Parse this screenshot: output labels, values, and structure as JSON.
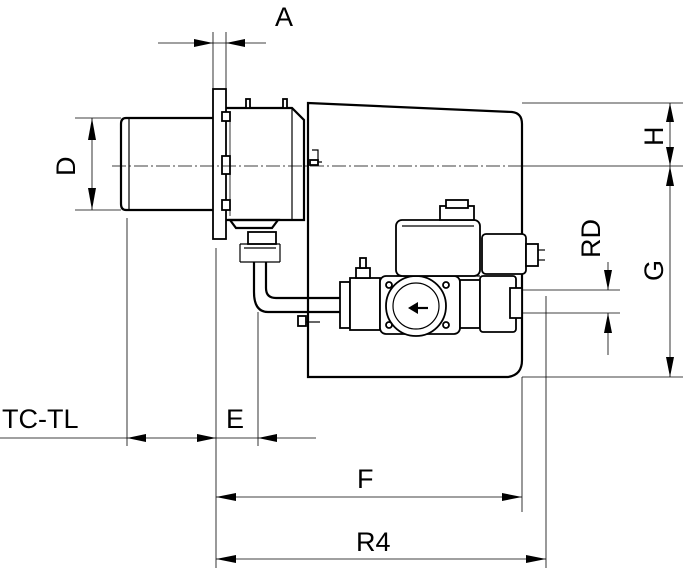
{
  "labels": {
    "A": "A",
    "D": "D",
    "H": "H",
    "G": "G",
    "RD": "RD",
    "TC_TL": "TC-TL",
    "E": "E",
    "F": "F",
    "R4": "R4"
  }
}
